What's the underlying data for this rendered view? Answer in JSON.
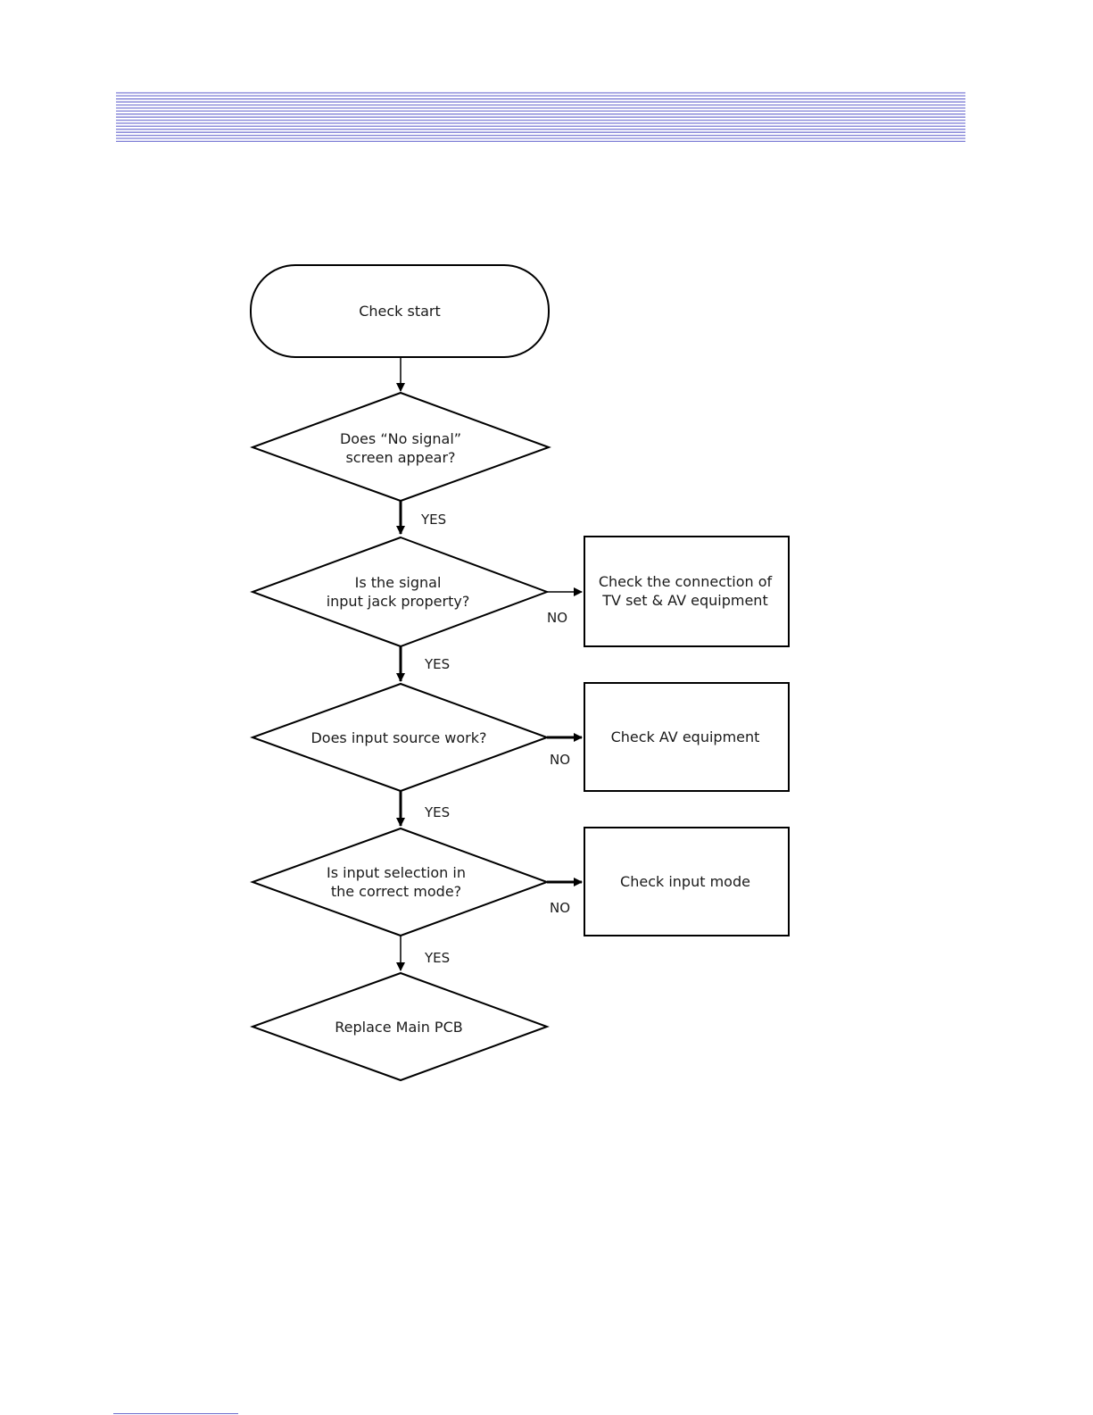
{
  "header": {
    "stripe_color": "#7e7ed6"
  },
  "flowchart": {
    "start": {
      "label": "Check start"
    },
    "decisions": [
      {
        "id": "no-signal",
        "lines": [
          "Does “No signal”",
          "screen appear?"
        ]
      },
      {
        "id": "input-jack",
        "lines": [
          "Is the signal",
          "input jack property?"
        ]
      },
      {
        "id": "input-source",
        "lines": [
          "Does input source work?"
        ]
      },
      {
        "id": "input-selection",
        "lines": [
          "Is input selection in",
          "the correct mode?"
        ]
      },
      {
        "id": "replace-pcb",
        "lines": [
          "Replace Main PCB"
        ]
      }
    ],
    "actions": [
      {
        "id": "check-connection",
        "lines": [
          "Check the connection of",
          "TV set & AV equipment"
        ]
      },
      {
        "id": "check-av",
        "lines": [
          "Check AV equipment"
        ]
      },
      {
        "id": "check-input-mode",
        "lines": [
          "Check input mode"
        ]
      }
    ],
    "yes_label": "YES",
    "no_label": "NO"
  }
}
